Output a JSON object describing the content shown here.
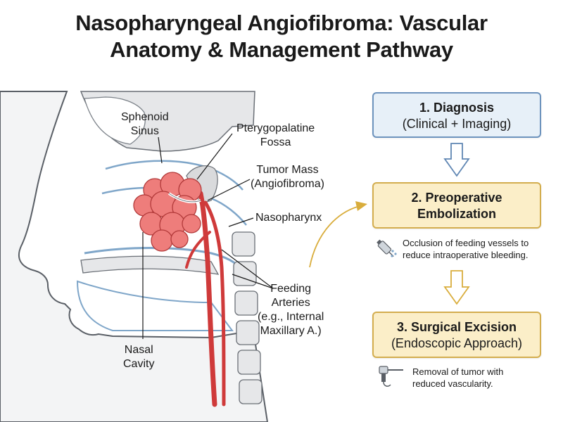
{
  "title": {
    "line1": "Nasopharyngeal Angiofibroma: Vascular",
    "line2": "Anatomy & Management Pathway"
  },
  "labels": {
    "sphenoid_sinus": [
      "Sphenoid",
      "Sinus"
    ],
    "pterygopalatine_fossa": [
      "Pterygopalatine",
      "Fossa"
    ],
    "tumor_mass": [
      "Tumor Mass",
      "(Angiofibroma)"
    ],
    "nasopharynx": [
      "Nasopharynx"
    ],
    "feeding_arteries": [
      "Feeding",
      "Arteries",
      "(e.g., Internal",
      "Maxillary A.)"
    ],
    "nasal_cavity": [
      "Nasal",
      "Cavity"
    ]
  },
  "pathway": {
    "step1": {
      "title": "1. Diagnosis",
      "subtitle": "(Clinical + Imaging)"
    },
    "step2": {
      "title_line1": "2. Preoperative",
      "title_line2": "Embolization",
      "note": [
        "Occlusion of feeding vessels to",
        "reduce intraoperative bleeding."
      ],
      "icon": "syringe-icon"
    },
    "step3": {
      "title": "3. Surgical Excision",
      "subtitle": "(Endoscopic Approach)",
      "note": [
        "Removal of tumor with",
        "reduced vascularity."
      ],
      "icon": "endoscope-icon"
    }
  },
  "colors": {
    "artery": "#cf3a3a",
    "tumor": "#ee7d7b",
    "tumor_outline": "#b23a3a",
    "bone_fill": "#e6e7e9",
    "mucosa": "#7fa6c9",
    "diagnosis_fill": "#e7f0f8",
    "diagnosis_border": "#6d93bd",
    "step_fill": "#fbeec8",
    "step_border": "#d3ad4e",
    "arrow_blue": "#5f86b3",
    "arrow_gold": "#d9ad3c"
  }
}
